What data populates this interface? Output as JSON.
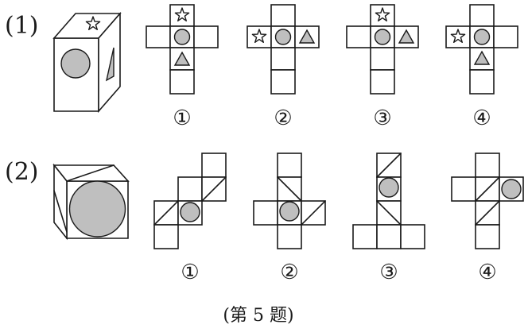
{
  "problems": [
    {
      "label": "(1)",
      "options": [
        "①",
        "②",
        "③",
        "④"
      ]
    },
    {
      "label": "(2)",
      "options": [
        "①",
        "②",
        "③",
        "④"
      ]
    }
  ],
  "caption": "(第 5 题)"
}
